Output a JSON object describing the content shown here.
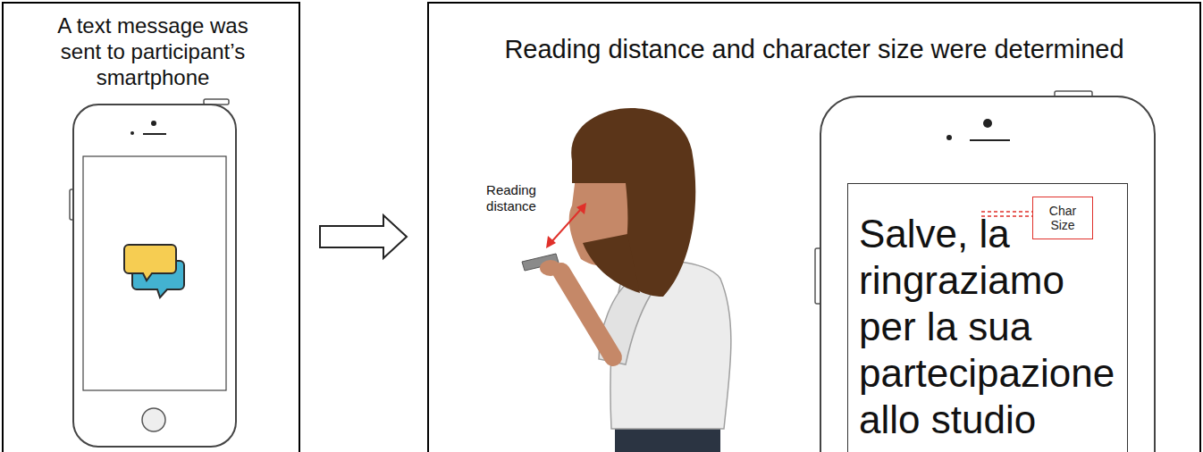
{
  "diagram": {
    "nodes": [
      {
        "text": [
          "A text message was sent to participant’s smartphone"
        ]
      },
      {
        "text": [
          "Reading distance and character size were determined"
        ]
      },
      {
        "text": [
          "Salve, la ringraziamo per la sua partecipazione allo studio"
        ],
        "in": 1
      },
      {
        "text": [
          "Char Size"
        ],
        "in": 2
      }
    ],
    "edges": [
      {
        "from": 0,
        "to": 1,
        "arrow": "to"
      }
    ],
    "labels": [
      "Reading distance"
    ]
  }
}
